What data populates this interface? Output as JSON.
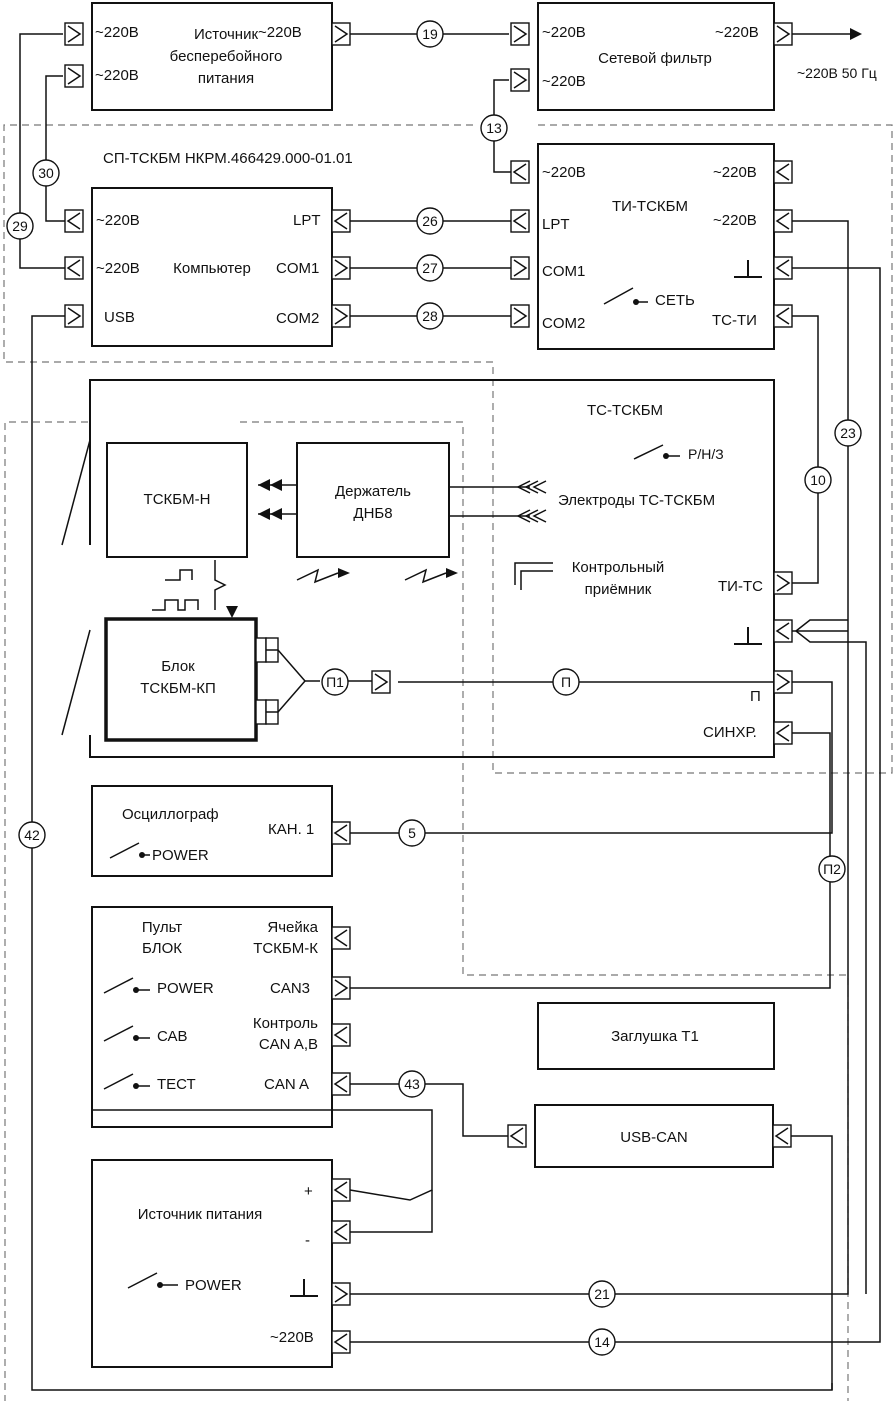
{
  "blocks": {
    "ups": "Источник\nбесперебойного\nпитания",
    "filter": "Сетевой фильтр",
    "ti": "ТИ-ТСКБМ",
    "computer": "Компьютер",
    "ts": "ТС-ТСКБМ",
    "tskbm_n": "ТСКБМ-Н",
    "holder": "Держатель\nДНБ8",
    "kp": "Блок\nТСКБМ-КП",
    "osc": "Осциллограф",
    "pult": "Пульт\nБЛОК",
    "plug": "Заглушка Т1",
    "usbcan": "USB-CAN",
    "psu": "Источник питания"
  },
  "labels": {
    "v220": "~220В",
    "v220_50": "~220В 50 Гц",
    "sp_title": "СП-ТСКБМ НКРМ.466429.000-01.01",
    "lpt": "LPT",
    "com1": "COM1",
    "com2": "COM2",
    "usb": "USB",
    "set": "СЕТЬ",
    "ts_ti": "ТС-ТИ",
    "ti_ts": "ТИ-ТС",
    "rnz": "Р/Н/З",
    "electrodes": "Электроды ТС-ТСКБМ",
    "receiver": "Контрольный\nприёмник",
    "p": "П",
    "sync": "СИНХР.",
    "ch1": "КАН. 1",
    "power": "POWER",
    "cell": "Ячейка\nТСКБМ-К",
    "can3": "CAN3",
    "ctrl_can": "Контроль\nCAN A,B",
    "cana": "CAN A",
    "cab": "САВ",
    "test": "ТЕСТ",
    "plus": "+",
    "minus": "-",
    "gnd": "⊥"
  },
  "cables": [
    "19",
    "13",
    "30",
    "29",
    "26",
    "27",
    "28",
    "23",
    "10",
    "П1",
    "П",
    "5",
    "П2",
    "42",
    "43",
    "21",
    "14"
  ]
}
